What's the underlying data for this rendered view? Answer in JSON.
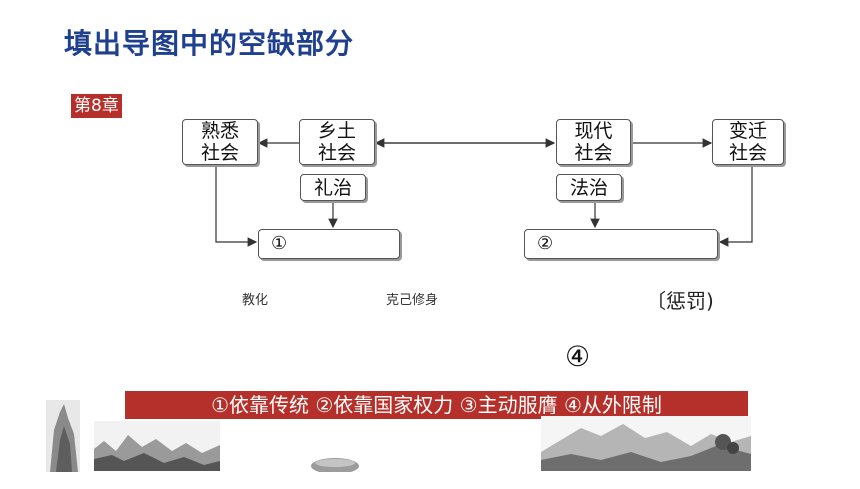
{
  "title": "填出导图中的空缺部分",
  "chapter_tag": "第8章",
  "nodes": {
    "familiar_society": "熟悉\n社会",
    "rural_society": "乡土\n社会",
    "modern_society": "现代\n社会",
    "changing_society": "变迁\n社会",
    "rule_by_rites": "礼治",
    "rule_by_law": "法治"
  },
  "blanks": {
    "blank1": "①",
    "blank2": "②",
    "blank4": "④"
  },
  "hints": {
    "jiaohua": "教化",
    "keji": "克己修身",
    "chengfa": "〔惩罚)"
  },
  "answer_bar": "①依靠传统 ②依靠国家权力 ③主动服膺 ④从外限制",
  "colors": {
    "title": "#1f3f8f",
    "accent": "#b5302a"
  }
}
